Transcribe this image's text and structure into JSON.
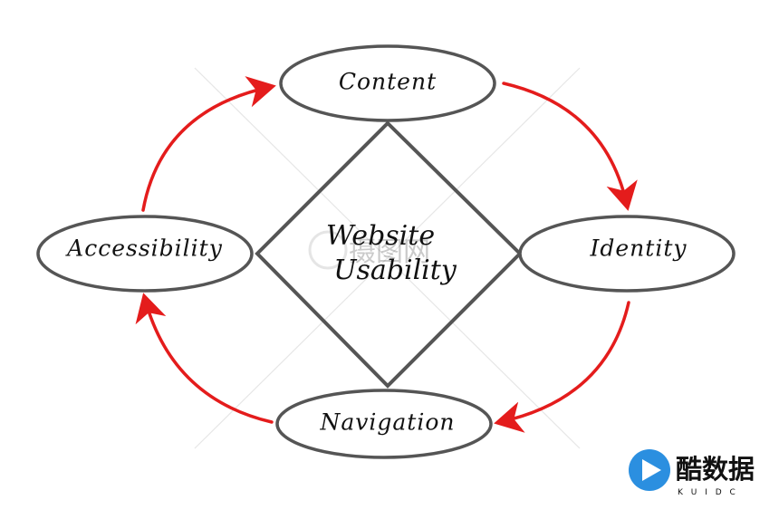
{
  "diagram": {
    "center": {
      "line1": "Website",
      "line2": "Usability"
    },
    "nodes": {
      "content": "Content",
      "identity": "Identity",
      "navigation": "Navigation",
      "accessibility": "Accessibility"
    }
  },
  "watermarks": {
    "center_text": "摄图网",
    "logo_main": "酷数据",
    "logo_sub": "K U I D C"
  },
  "colors": {
    "arrow": "#e41c1c",
    "outline": "#555555",
    "text": "#111111",
    "logo_blue": "#2b8fe0"
  }
}
